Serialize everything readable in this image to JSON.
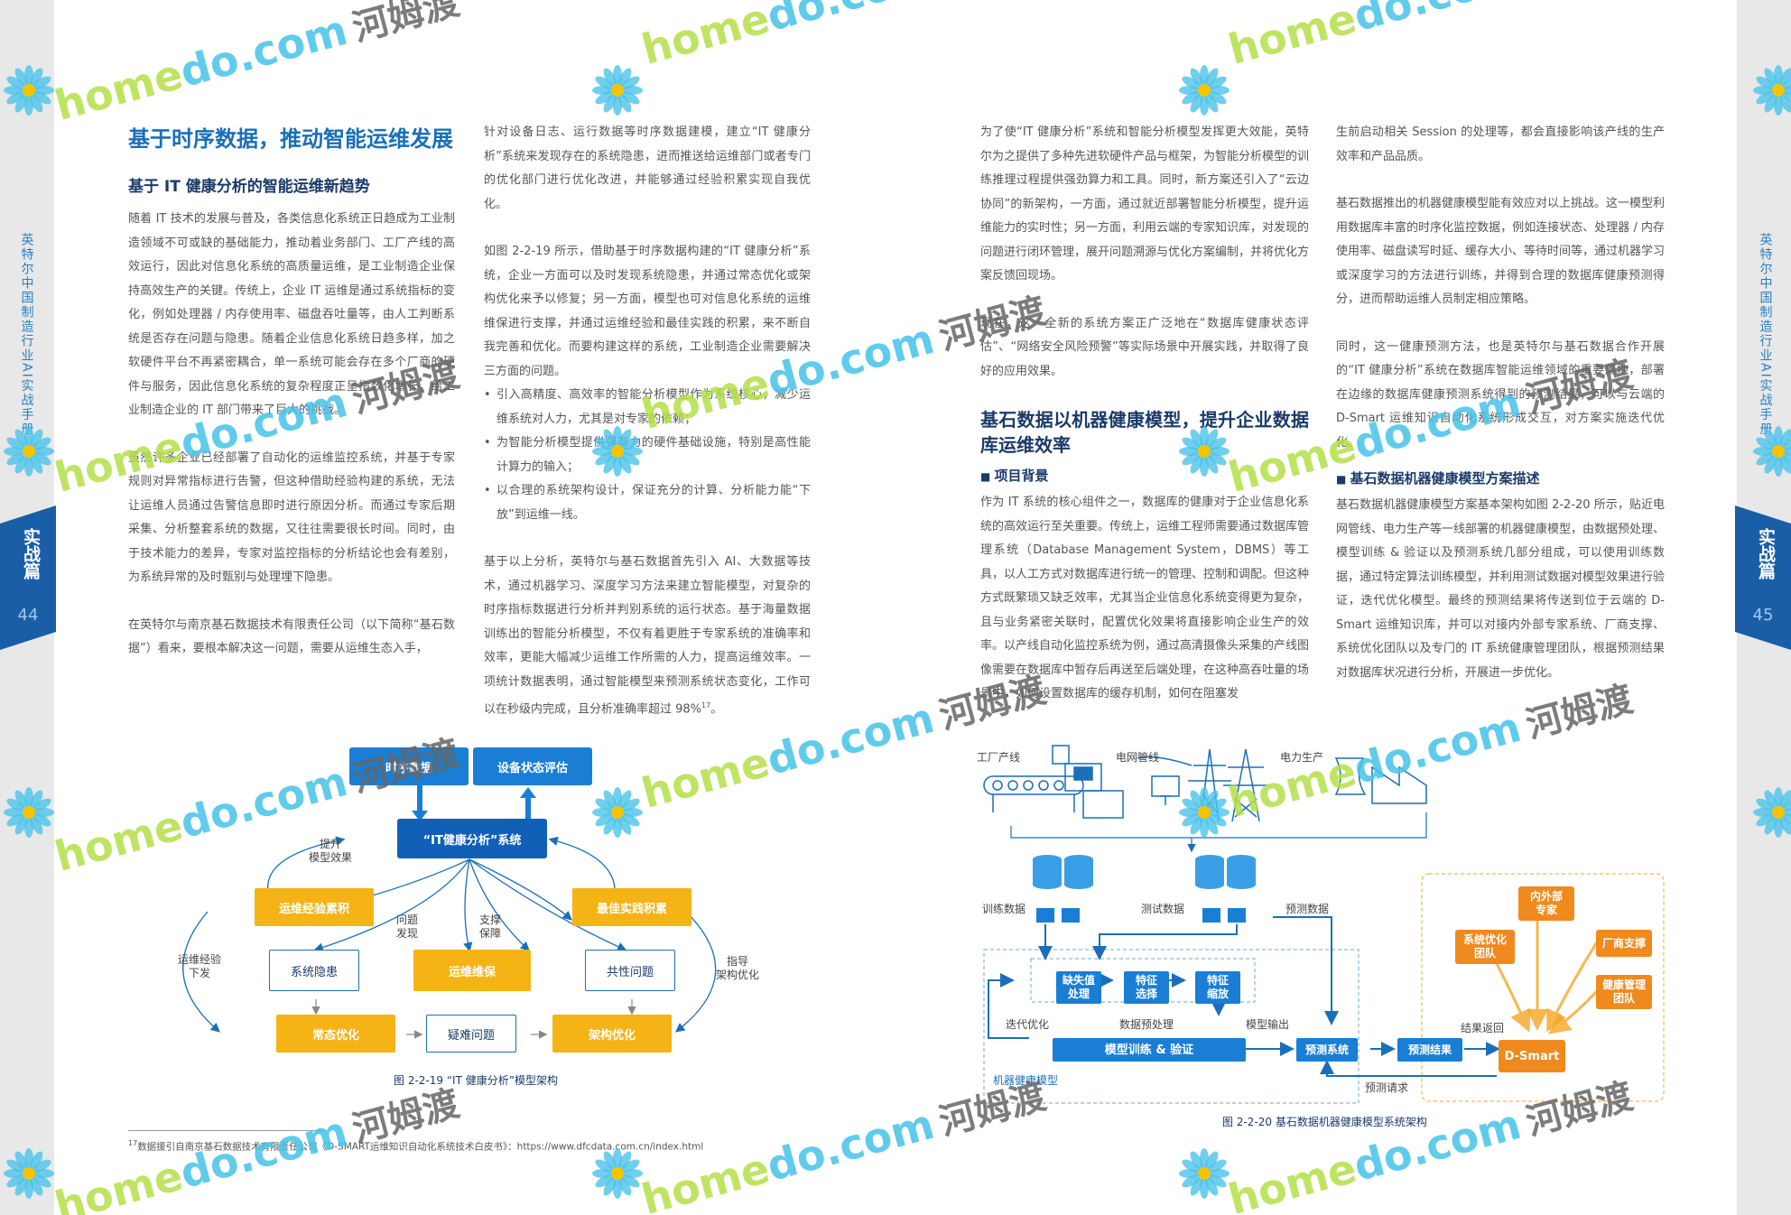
{
  "left_page": {
    "side_vertical": "英特尔中国制造行业AI实战手册",
    "side_tab": "实战篇",
    "page_num": "44",
    "col1": {
      "title": "基于时序数据，推动智能运维发展",
      "subtitle": "基于 IT 健康分析的智能运维新趋势",
      "p1": "随着 IT 技术的发展与普及，各类信息化系统正日趋成为工业制造领域不可或缺的基础能力，推动着业务部门、工厂产线的高效运行，因此对信息化系统的高质量运维，是工业制造企业保持高效生产的关键。传统上，企业 IT 运维是通过系统指标的变化，例如处理器 / 内存使用率、磁盘吞吐量等，由人工判断系统是否存在问题与隐患。随着企业信息化系统日趋多样，加之软硬件平台不再紧密耦合，单一系统可能会存在多个厂商的硬件与服务，因此信息化系统的复杂程度正呈指数化增长，给工业制造企业的 IT 部门带来了巨大的挑战。",
      "p2": "虽然许多企业已经部署了自动化的运维监控系统，并基于专家规则对异常指标进行告警，但这种借助经验构建的系统，无法让运维人员通过告警信息即时进行原因分析。而通过专家后期采集、分析整套系统的数据，又往往需要很长时间。同时，由于技术能力的差异，专家对监控指标的分析结论也会有差别，为系统异常的及时甄别与处理埋下隐患。",
      "p3": "在英特尔与南京基石数据技术有限责任公司（以下简称“基石数据”）看来，要根本解决这一问题，需要从运维生态入手，"
    },
    "col2": {
      "p1": "针对设备日志、运行数据等时序数据建模，建立“IT 健康分析”系统来发现存在的系统隐患，进而推送给运维部门或者专门的优化部门进行优化改进，并能够通过经验积累实现自我优化。",
      "p2": "如图 2-2-19 所示，借助基于时序数据构建的“IT 健康分析”系统，企业一方面可以及时发现系统隐患，并通过常态优化或架构优化来予以修复；另一方面，模型也可对信息化系统的运维维保进行支撑，并通过运维经验和最佳实践的积累，来不断自我完善和优化。而要构建这样的系统，工业制造企业需要解决三方面的问题。",
      "bullets": [
        "引入高精度、高效率的智能分析模型作为系统核心，减少运维系统对人力，尤其是对专家的依赖；",
        "为智能分析模型提供强有力的硬件基础设施，特别是高性能计算力的输入；",
        "以合理的系统架构设计，保证充分的计算、分析能力能“下放”到运维一线。"
      ],
      "p3": "基于以上分析，英特尔与基石数据首先引入 AI、大数据等技术，通过机器学习、深度学习方法来建立智能模型，对复杂的时序指标数据进行分析并判别系统的运行状态。基于海量数据训练出的智能分析模型，不仅有着更胜于专家系统的准确率和效率，更能大幅减少运维工作所需的人力，提高运维效率。一项统计数据表明，通过智能模型来预测系统状态变化，工作可以在秒级内完成，且分析准确率超过 98%",
      "p3_sup": "17",
      "p3_end": "。"
    },
    "figure": {
      "caption": "图 2-2-19 “IT 健康分析”模型架构",
      "ts_data": "时序数据",
      "device_eval": "设备状态评估",
      "center": "“IT健康分析”系统",
      "ops_exp": "运维经验累积",
      "best_prac": "最佳实践积累",
      "sys_risk": "系统隐患",
      "ops_maint": "运维维保",
      "common_issue": "共性问题",
      "normal_opt": "常态优化",
      "hard_issue": "疑难问题",
      "arch_opt": "架构优化",
      "lbl_improve": "提升\n模型效果",
      "lbl_find": "问题\n发现",
      "lbl_support": "支撑\n保障",
      "lbl_exp_down": "运维经验\n下发",
      "lbl_guide": "指导\n架构优化"
    },
    "footnote": "数据援引自南京基石数据技术有限责任公司《D-SMART运维知识自动化系统技术白皮书》：https://www.dfcdata.com.cn/index.html",
    "footnote_mark": "17"
  },
  "right_page": {
    "side_vertical": "英特尔中国制造行业AI实战手册",
    "side_tab": "实战篇",
    "page_num": "45",
    "col1": {
      "p1": "为了使“IT 健康分析”系统和智能分析模型发挥更大效能，英特尔为之提供了多种先进软硬件产品与框架，为智能分析模型的训练推理过程提供强劲算力和工具。同时，新方案还引入了“云边协同”的新架构，一方面，通过就近部署智能分析模型，提升运维能力的实时性；另一方面，利用云端的专家知识库，对发现的问题进行闭环管理，展开问题溯源与优化方案编制，并将优化方案反馈回现场。",
      "p2": "现在，这一全新的系统方案正广泛地在“数据库健康状态评估”、“网络安全风险预警”等实际场景中开展实践，并取得了良好的应用效果。",
      "title": "基石数据以机器健康模型，提升企业数据库运维效率",
      "h_bg": "项目背景",
      "p3": "作为 IT 系统的核心组件之一，数据库的健康对于企业信息化系统的高效运行至关重要。传统上，运维工程师需要通过数据库管理系统（Database Management System，DBMS）等工具，以人工方式对数据库进行统一的管理、控制和调配。但这种方式既繁琐又缺乏效率，尤其当企业信息化系统变得更为复杂，且与业务紧密关联时，配置优化效果将直接影响企业生产的效率。以产线自动化监控系统为例，通过高清摄像头采集的产线图像需要在数据库中暂存后再送至后端处理，在这种高吞吐量的场景中，如何设置数据库的缓存机制，如何在阻塞发"
    },
    "col2": {
      "p1": "生前启动相关 Session 的处理等，都会直接影响该产线的生产效率和产品品质。",
      "p2": "基石数据推出的机器健康模型能有效应对以上挑战。这一模型利用数据库丰富的时序化监控数据，例如连接状态、处理器 / 内存使用率、磁盘读写时延、缓存大小、等待时间等，通过机器学习或深度学习的方法进行训练，并得到合理的数据库健康预测得分，进而帮助运维人员制定相应策略。",
      "p3": "同时，这一健康预测方法，也是英特尔与基石数据合作开展的“IT 健康分析”系统在数据库智能运维领域的重要落地，部署在边缘的数据库健康预测系统得到的预测结果，可以与云端的 D-Smart 运维知识自动化系统形成交互，对方案实施迭代优化。",
      "h_desc": "基石数据机器健康模型方案描述",
      "p4": "基石数据机器健康模型方案基本架构如图 2-2-20 所示，贴近电网管线、电力生产等一线部署的机器健康模型，由数据预处理、模型训练 & 验证以及预测系统几部分组成，可以使用训练数据，通过特定算法训练模型，并利用测试数据对模型效果进行验证，迭代优化模型。最终的预测结果将传送到位于云端的 D-Smart 运维知识库，并可以对接内外部专家系统、厂商支撑、系统优化团队以及专门的 IT 系统健康管理团队，根据预测结果对数据库状况进行分析，开展进一步优化。"
    },
    "figure": {
      "caption": "图 2-2-20 基石数据机器健康模型系统架构",
      "factory": "工厂产线",
      "grid": "电网管线",
      "power": "电力生产",
      "train_data": "训练数据",
      "test_data": "测试数据",
      "pred_data": "预测数据",
      "missing": "缺失值\n处理",
      "feat_sel": "特征\n选择",
      "feat_scale": "特征\n缩放",
      "iter_opt": "迭代优化",
      "preproc": "数据预处理",
      "model_out": "模型输出",
      "train_val": "模型训练 & 验证",
      "pred_sys": "预测系统",
      "pred_result": "预测结果",
      "pred_req": "预测请求",
      "result_return": "结果返回",
      "dsmart": "D-Smart",
      "machine_model": "机器健康模型",
      "experts": "内外部\n专家",
      "sys_team": "系统优化\n团队",
      "vendor": "厂商支撑",
      "health_team": "健康管理\n团队"
    }
  },
  "watermark": {
    "brand1": "home",
    "brand2": "do.com",
    "brand3": "河姆渡"
  },
  "colors": {
    "title_blue": "#1a6fb8",
    "dark_navy": "#1a3a6a",
    "box_blue": "#1a7ed4",
    "yellow": "#f5b316",
    "orange": "#f08a1e"
  }
}
